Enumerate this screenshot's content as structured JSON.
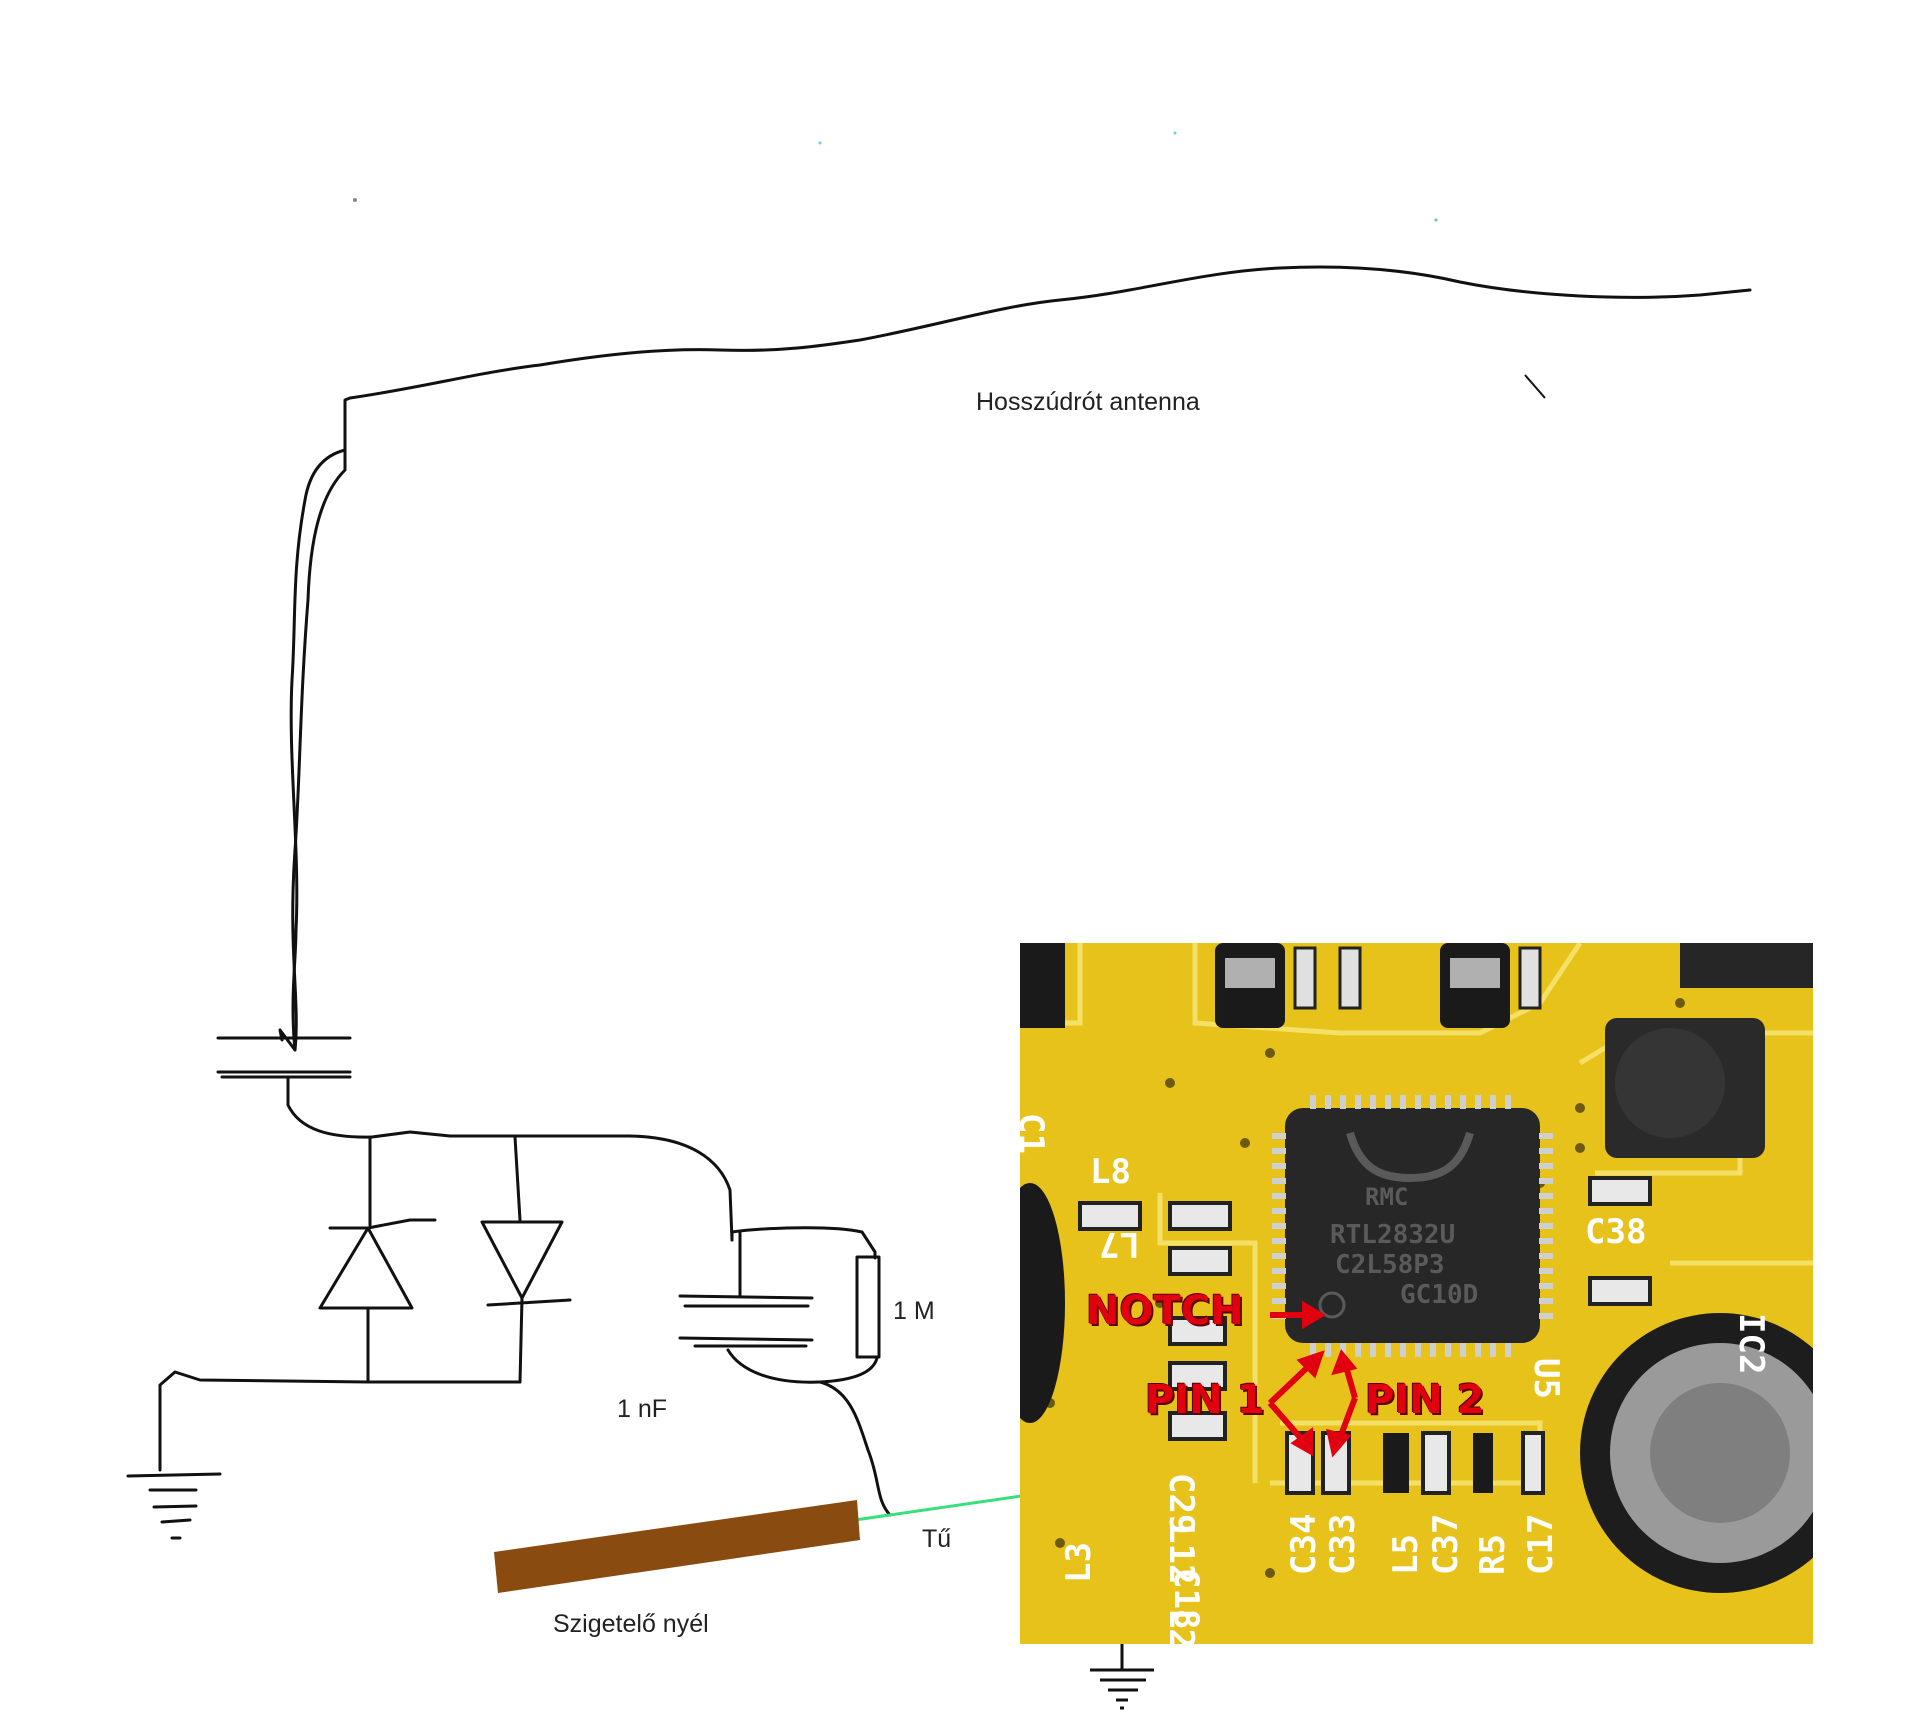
{
  "labels": {
    "antenna": "Hosszúdrót antenna",
    "resistor": "1 M",
    "capacitor": "1 nF",
    "needle": "Tű",
    "handle": "Szigetelő nyél"
  },
  "pcb": {
    "callouts": {
      "notch": "NOTCH",
      "pin1": "PIN 1",
      "pin2": "PIN 2"
    },
    "chip_lines": [
      "RTL2832U",
      "C2L58P3",
      "GC10D"
    ],
    "chip_logo": "RMC",
    "silkscreen": [
      "C34",
      "C33",
      "L5",
      "C37",
      "R5",
      "C17",
      "C38",
      "L8",
      "C29",
      "L12",
      "C18",
      "L2",
      "L3",
      "U5",
      "C1",
      "IC2",
      "L7"
    ]
  },
  "colors": {
    "wire": "#111111",
    "handle": "#8a4b10",
    "needle_wire": "#37e07a",
    "pcb": "#e6c21a",
    "callout": "#e00010"
  }
}
